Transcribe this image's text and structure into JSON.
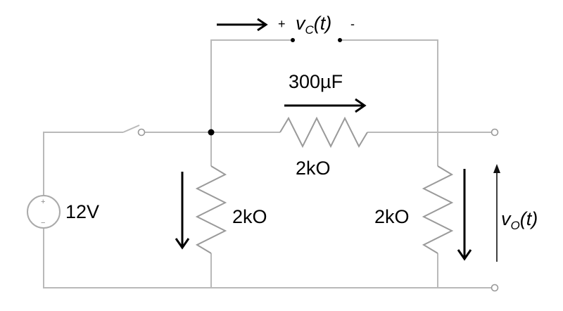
{
  "source": {
    "voltage_label": "12V"
  },
  "capacitor": {
    "value_label": "300µF",
    "plus_sign": "+",
    "minus_sign": "-",
    "voltage_name": "v",
    "voltage_sub": "C",
    "voltage_arg": "(t)"
  },
  "resistors": {
    "series_label": "2kO",
    "left_shunt_label": "2kO",
    "right_shunt_label": "2kO"
  },
  "output": {
    "voltage_name": "v",
    "voltage_sub": "O",
    "voltage_arg": "(t)"
  },
  "source_symbol": {
    "plus": "+",
    "minus": "−"
  }
}
